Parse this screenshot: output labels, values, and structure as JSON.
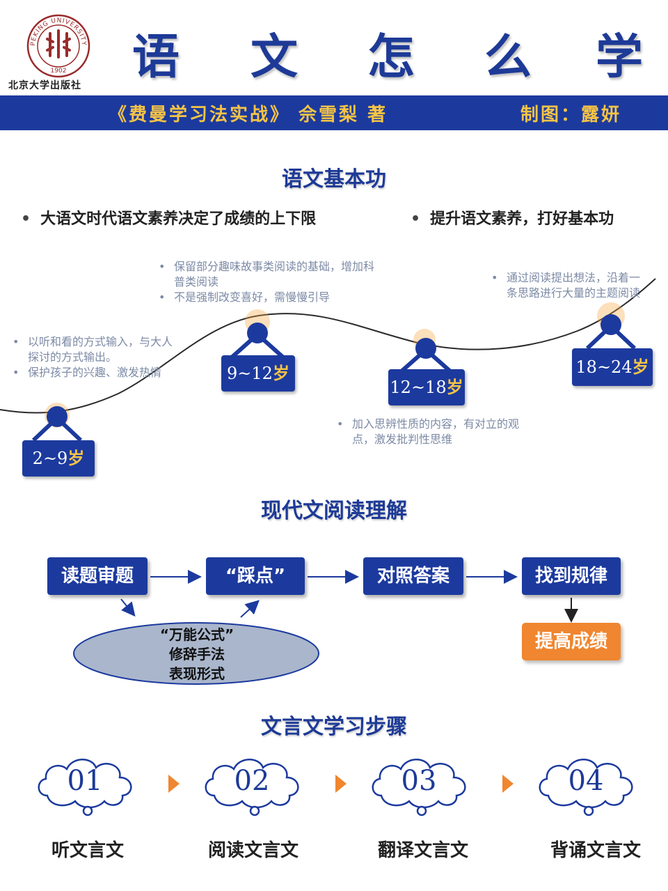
{
  "header": {
    "logo_ring_text": "PEKING UNIVERSITY PRESS",
    "logo_year": "1902",
    "publisher": "北京大学出版社",
    "title_chars": [
      "语",
      "文",
      "怎",
      "么",
      "学"
    ],
    "book_info": "《费曼学习法实战》 佘雪梨 著",
    "credit": "制图：露妍"
  },
  "section1": {
    "title": "语文基本功",
    "bullets": [
      "大语文时代语文素养决定了成绩的上下限",
      "提升语文素养，打好基本功"
    ],
    "stages": [
      {
        "num": "2~9",
        "unit": "岁",
        "notes": [
          "以听和看的方式输入，与大人探讨的方式输出。",
          "保护孩子的兴趣、激发热情"
        ]
      },
      {
        "num": "9~12",
        "unit": "岁",
        "notes": [
          "保留部分趣味故事类阅读的基础，增加科普类阅读",
          "不是强制改变喜好，需慢慢引导"
        ]
      },
      {
        "num": "12~18",
        "unit": "岁",
        "notes": [
          "加入思辨性质的内容，有对立的观点，激发批判性思维"
        ]
      },
      {
        "num": "18~24",
        "unit": "岁",
        "notes": [
          "通过阅读提出想法，沿着一条思路进行大量的主题阅读"
        ]
      }
    ]
  },
  "section2": {
    "title": "现代文阅读理解",
    "steps": [
      "读题审题",
      "“踩点”",
      "对照答案",
      "找到规律"
    ],
    "result": "提高成绩",
    "ellipse_lines": [
      "“万能公式”",
      "修辞手法",
      "表现形式"
    ]
  },
  "section3": {
    "title": "文言文学习步骤",
    "steps": [
      {
        "num": "01",
        "label": "听文言文"
      },
      {
        "num": "02",
        "label": "阅读文言文"
      },
      {
        "num": "03",
        "label": "翻译文言文"
      },
      {
        "num": "04",
        "label": "背诵文言文"
      }
    ]
  },
  "colors": {
    "navy": "#1c3a9e",
    "gold": "#f6c445",
    "orange": "#f0862f",
    "note_gray": "#7c8aa5",
    "ellipse": "#a9b6cc"
  }
}
